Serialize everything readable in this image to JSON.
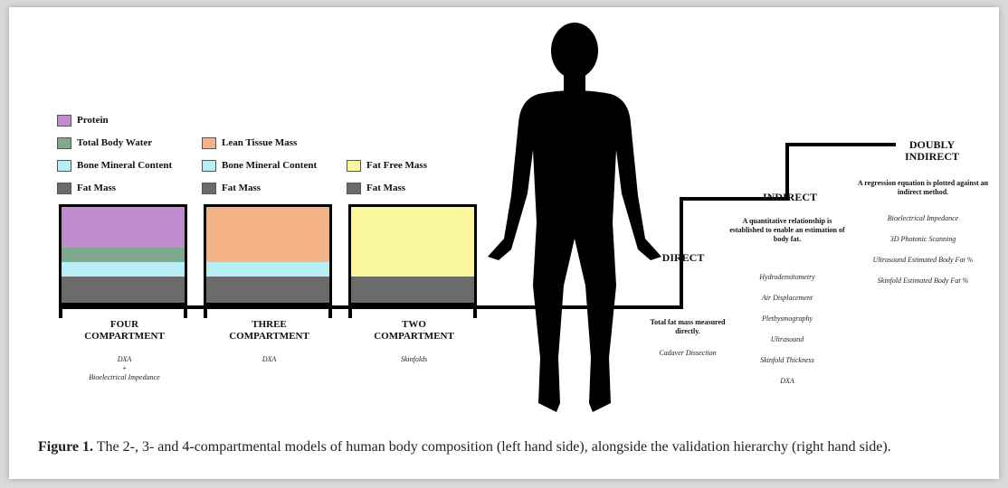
{
  "colors": {
    "protein": "#c08ccd",
    "total_body_water": "#7ea98f",
    "bone_mineral": "#b6eef4",
    "fat_mass": "#6b6b6b",
    "lean_tissue": "#f4b386",
    "fat_free": "#fbf79e"
  },
  "legend_four": [
    {
      "label": "Protein",
      "color": "#c08ccd"
    },
    {
      "label": "Total Body Water",
      "color": "#7ea98f"
    },
    {
      "label": "Bone Mineral Content",
      "color": "#b6eef4"
    },
    {
      "label": "Fat Mass",
      "color": "#6b6b6b"
    }
  ],
  "legend_three": [
    {
      "label": "Lean Tissue Mass",
      "color": "#f4b386"
    },
    {
      "label": "Bone Mineral Content",
      "color": "#b6eef4"
    },
    {
      "label": "Fat Mass",
      "color": "#6b6b6b"
    }
  ],
  "legend_two": [
    {
      "label": "Fat Free Mass",
      "color": "#fbf79e"
    },
    {
      "label": "Fat Mass",
      "color": "#6b6b6b"
    }
  ],
  "models": {
    "four": {
      "title_line1": "FOUR",
      "title_line2": "COMPARTMENT",
      "method1": "DXA",
      "plus": "+",
      "method2": "Bioelectrical Impedance"
    },
    "three": {
      "title_line1": "THREE",
      "title_line2": "COMPARTMENT",
      "method1": "DXA"
    },
    "two": {
      "title_line1": "TWO",
      "title_line2": "COMPARTMENT",
      "method1": "Skinfolds"
    }
  },
  "hierarchy": {
    "direct": {
      "title": "DIRECT",
      "description": "Total fat mass measured directly.",
      "methods": [
        "Cadaver Dissection"
      ]
    },
    "indirect": {
      "title": "INDIRECT",
      "description": "A quantitative relationship is established to enable an estimation of body fat.",
      "methods": [
        "Hydrodensitometry",
        "Air Displacement",
        "Plethysmography",
        "Ultrasound",
        "Skinfold Thickness",
        "DXA"
      ]
    },
    "doubly_indirect": {
      "title_line1": "DOUBLY",
      "title_line2": "INDIRECT",
      "description": "A regression equation is plotted against an indirect method.",
      "methods": [
        "Bioelectrical Impedance",
        "3D Photonic Scanning",
        "Ultrasound Estimated Body Fat %",
        "Skinfold Estimated Body Fat %"
      ]
    }
  },
  "caption": {
    "label": "Figure 1.",
    "text": " The 2-, 3- and 4-compartmental models of human body composition (left hand side), alongside the validation hierarchy (right hand side)."
  }
}
